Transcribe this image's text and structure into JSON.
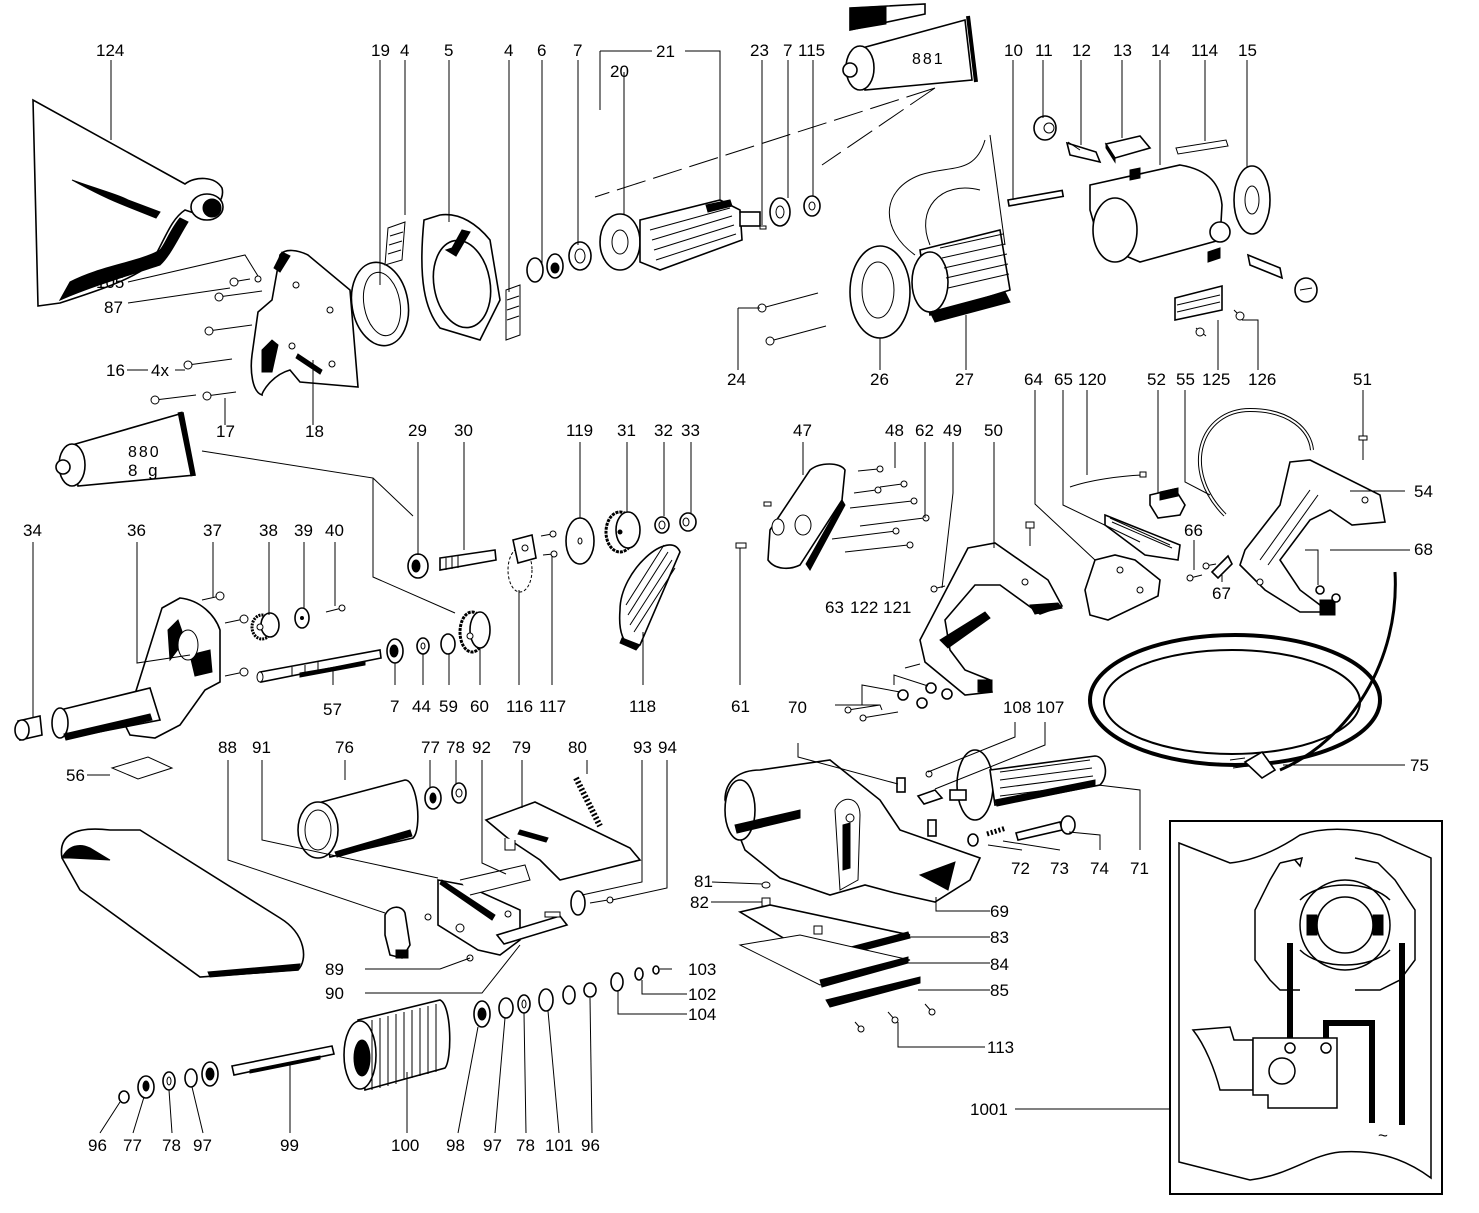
{
  "diagram": {
    "type": "exploded-parts-diagram",
    "subject": "belt sander",
    "grease_tubes": [
      {
        "id": "tube-881",
        "label": "881"
      },
      {
        "id": "tube-880",
        "label": "880",
        "quantity": "8 g"
      }
    ],
    "multiplier_note": "4x",
    "wiring_diagram_label": "1001",
    "wiring_symbol": "~",
    "labels": {
      "p124": "124",
      "p19": "19",
      "p4a": "4",
      "p5": "5",
      "p4b": "4",
      "p6": "6",
      "p7a": "7",
      "p21": "21",
      "p20": "20",
      "p23": "23",
      "p7b": "7",
      "p115": "115",
      "p10": "10",
      "p11": "11",
      "p12": "12",
      "p13": "13",
      "p14": "14",
      "p114": "114",
      "p15": "15",
      "p105": "105",
      "p87": "87",
      "p16": "16",
      "p4x": "4x",
      "p17": "17",
      "p18": "18",
      "p24": "24",
      "p26": "26",
      "p27": "27",
      "p64": "64",
      "p65": "65",
      "p120": "120",
      "p52": "52",
      "p55": "55",
      "p125": "125",
      "p126": "126",
      "p51": "51",
      "p29": "29",
      "p30": "30",
      "p119": "119",
      "p31": "31",
      "p32": "32",
      "p33": "33",
      "p47": "47",
      "p48": "48",
      "p62": "62",
      "p49": "49",
      "p50": "50",
      "p54": "54",
      "p34": "34",
      "p36": "36",
      "p37": "37",
      "p38": "38",
      "p39": "39",
      "p40": "40",
      "p66": "66",
      "p68": "68",
      "p67": "67",
      "p57": "57",
      "p7c": "7",
      "p44": "44",
      "p59": "59",
      "p60": "60",
      "p116": "116",
      "p117": "117",
      "p118": "118",
      "p61": "61",
      "p63": "63",
      "p122": "122",
      "p121": "121",
      "p56": "56",
      "p88": "88",
      "p91": "91",
      "p76": "76",
      "p77a": "77",
      "p78a": "78",
      "p92": "92",
      "p79": "79",
      "p80": "80",
      "p93": "93",
      "p94": "94",
      "p70": "70",
      "p108": "108",
      "p107": "107",
      "p75": "75",
      "p71": "71",
      "p72": "72",
      "p73": "73",
      "p74": "74",
      "p81": "81",
      "p82": "82",
      "p69": "69",
      "p83": "83",
      "p84": "84",
      "p85": "85",
      "p113": "113",
      "p89": "89",
      "p90": "90",
      "p103": "103",
      "p102": "102",
      "p104": "104",
      "p96a": "96",
      "p77b": "77",
      "p78b": "78",
      "p97a": "97",
      "p99": "99",
      "p100": "100",
      "p98": "98",
      "p97b": "97",
      "p78c": "78",
      "p101": "101",
      "p96b": "96",
      "p1001": "1001"
    }
  }
}
